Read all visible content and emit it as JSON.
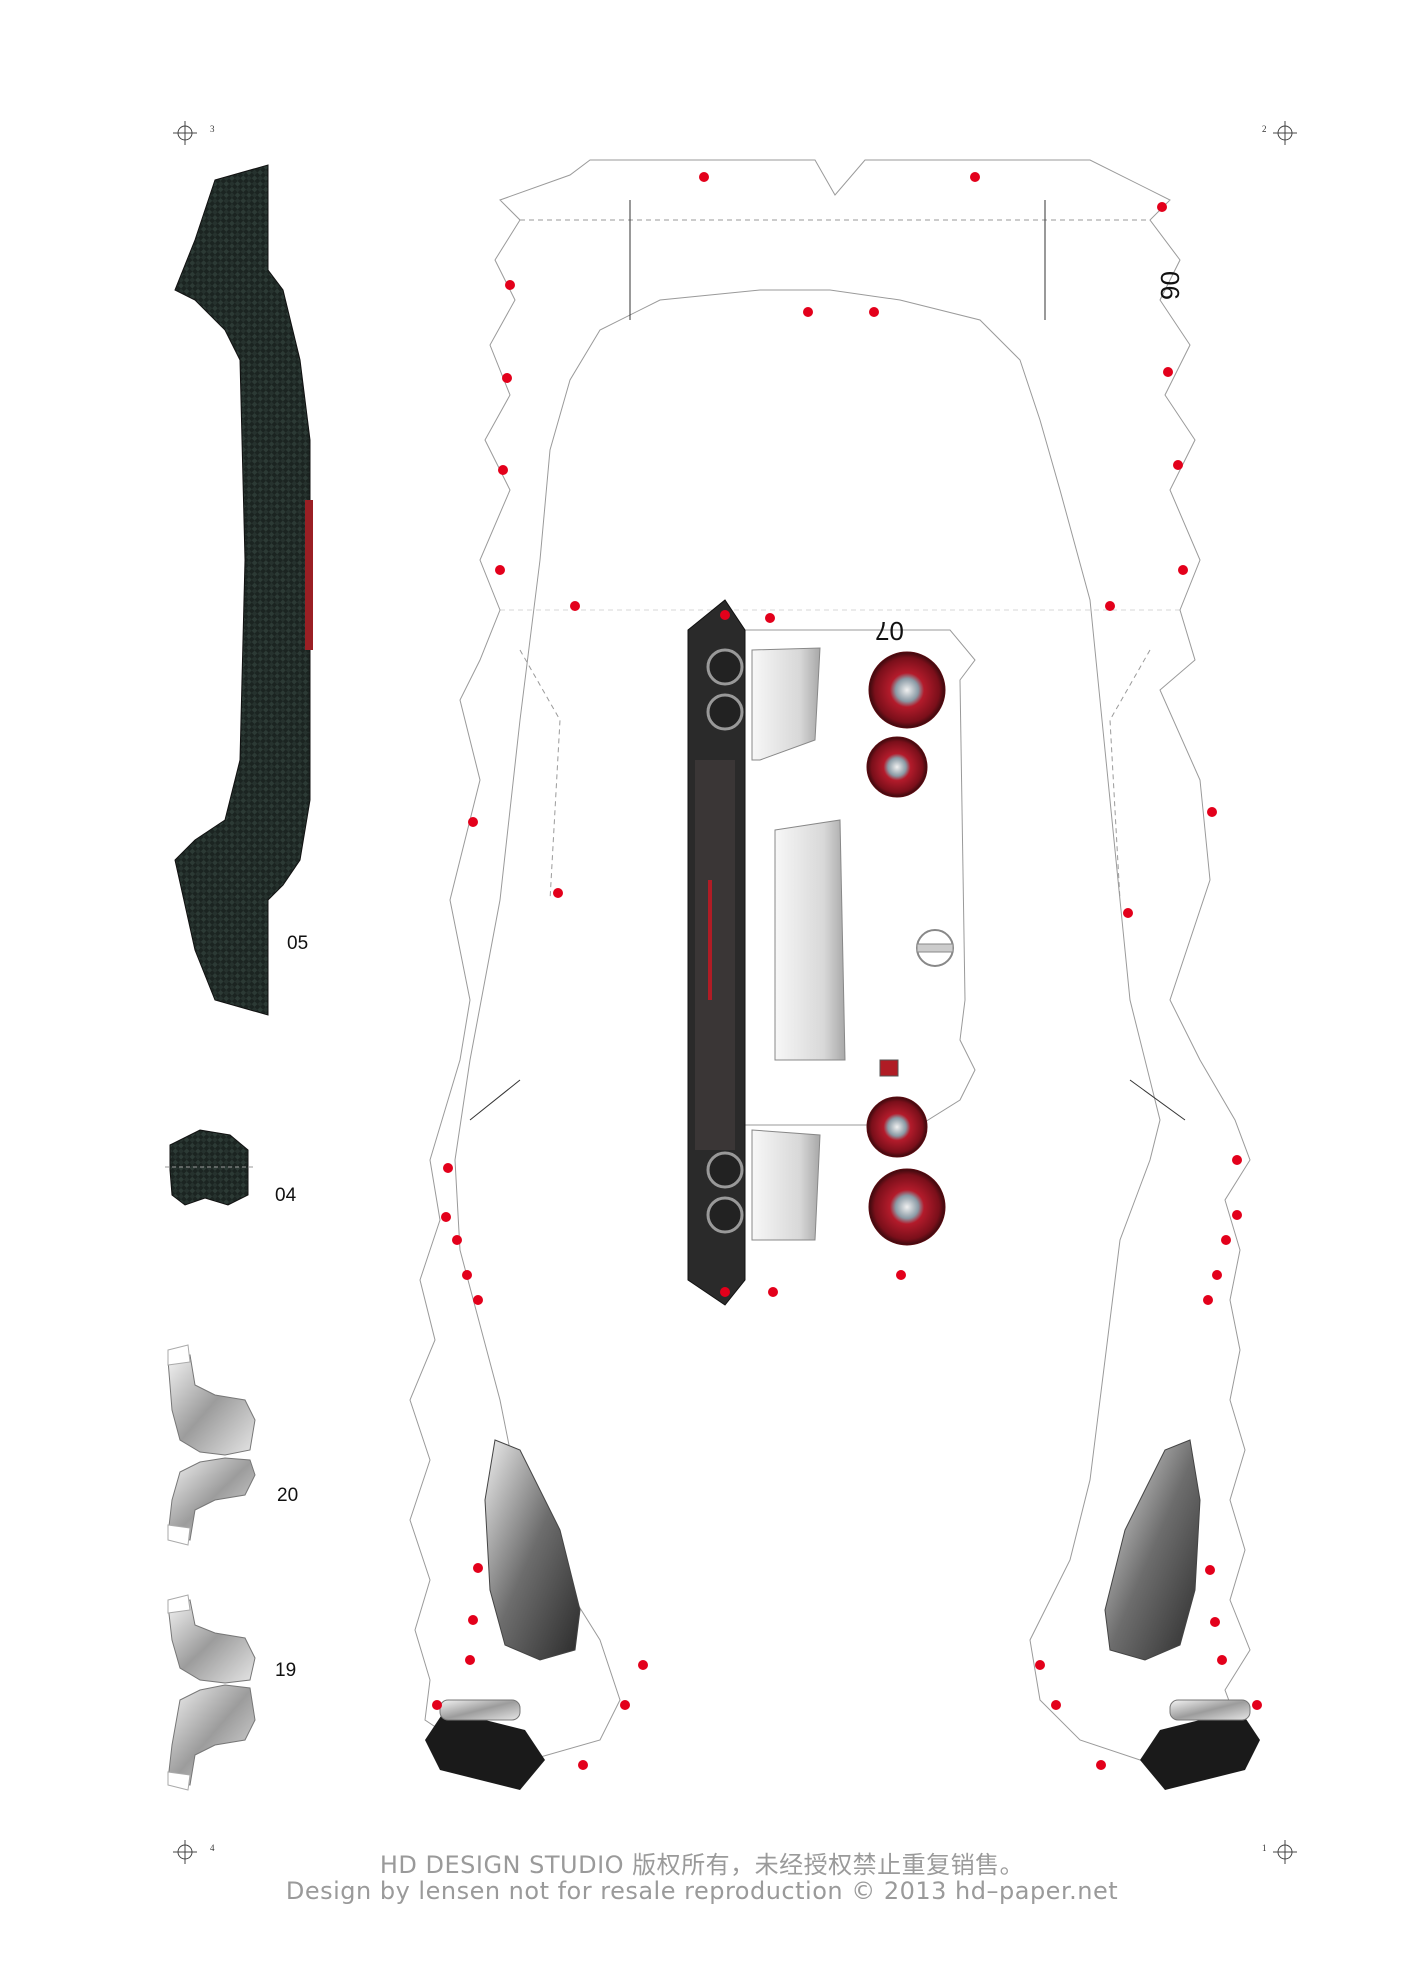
{
  "parts": {
    "p05": "05",
    "p04": "04",
    "p20": "20",
    "p19": "19",
    "p06": "06",
    "p07": "07"
  },
  "corners": {
    "tl": "3",
    "tr": "2",
    "bl": "4",
    "br": "1"
  },
  "footer": {
    "line1": "HD DESIGN STUDIO 版权所有，未经授权禁止重复销售。",
    "line2": "Design by lensen not for resale reproduction ©  2013 hd–paper.net"
  },
  "colors": {
    "glue_dot": "#e3001b",
    "carbon": "#1c2320",
    "outline": "#9a9a9a",
    "footer_text": "#9a9a9a"
  }
}
